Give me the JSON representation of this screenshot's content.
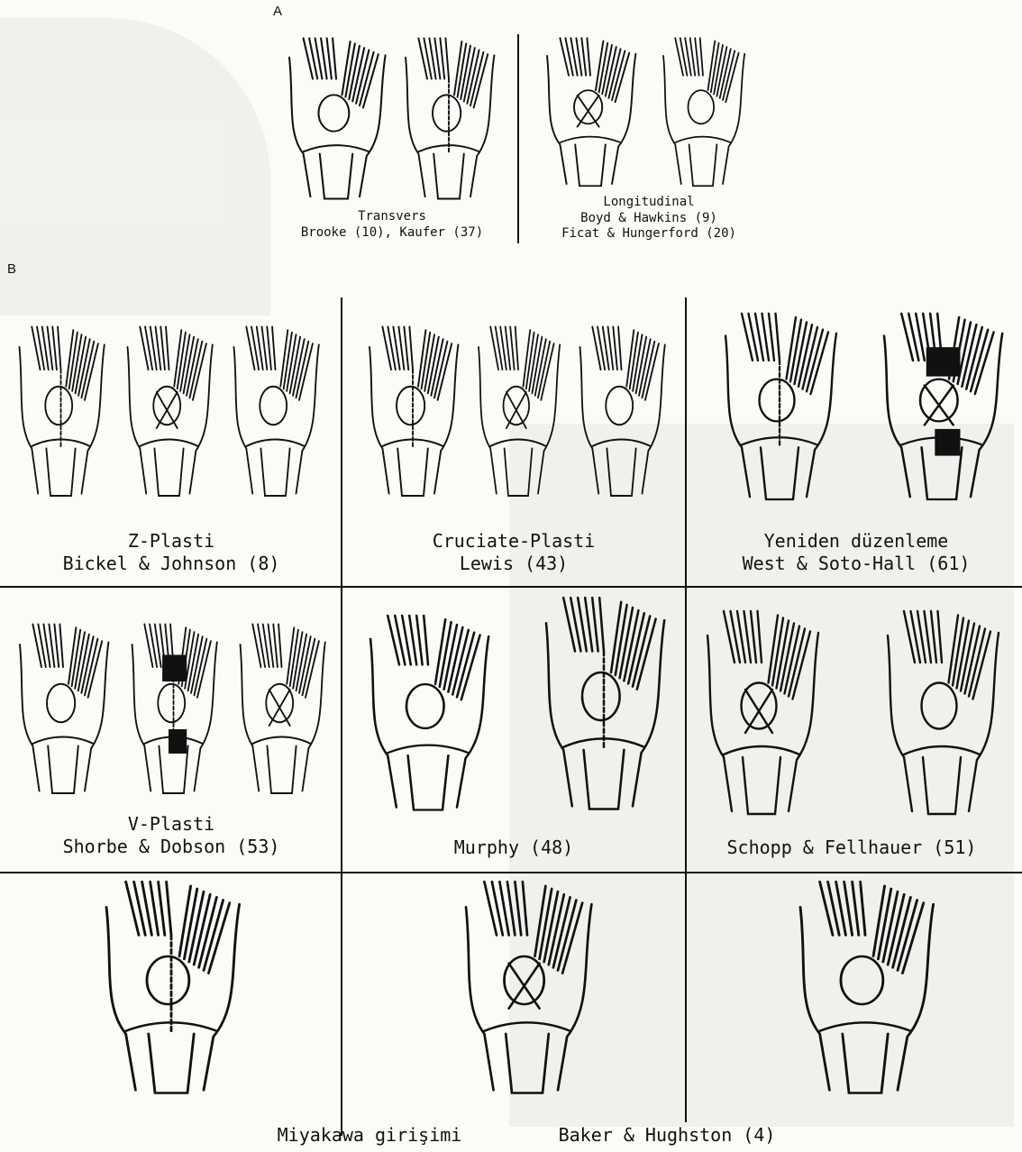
{
  "panel_a": {
    "letter": "A",
    "transverse": {
      "line1": "Transvers",
      "line2": "Brooke (10), Kaufer (37)"
    },
    "longitudinal": {
      "line1": "Longitudinal",
      "line2": "Boyd & Hawkins (9)",
      "line3": "Ficat & Hungerford (20)"
    }
  },
  "panel_b": {
    "letter": "B",
    "cells": [
      {
        "line1": "Z-Plasti",
        "line2": "Bickel & Johnson (8)"
      },
      {
        "line1": "Cruciate-Plasti",
        "line2": "Lewis (43)"
      },
      {
        "line1": "Yeniden düzenleme",
        "line2": "West & Soto-Hall (61)"
      },
      {
        "line1": "V-Plasti",
        "line2": "Shorbe & Dobson (53)"
      },
      {
        "line1": "",
        "line2": "Murphy (48)"
      },
      {
        "line1": "",
        "line2": "Schopp & Fellhauer (51)"
      },
      {
        "line1": "",
        "line2": "Miyakawa girişimi"
      },
      {
        "line1": "",
        "line2": "Baker & Hughston (4)"
      }
    ]
  }
}
